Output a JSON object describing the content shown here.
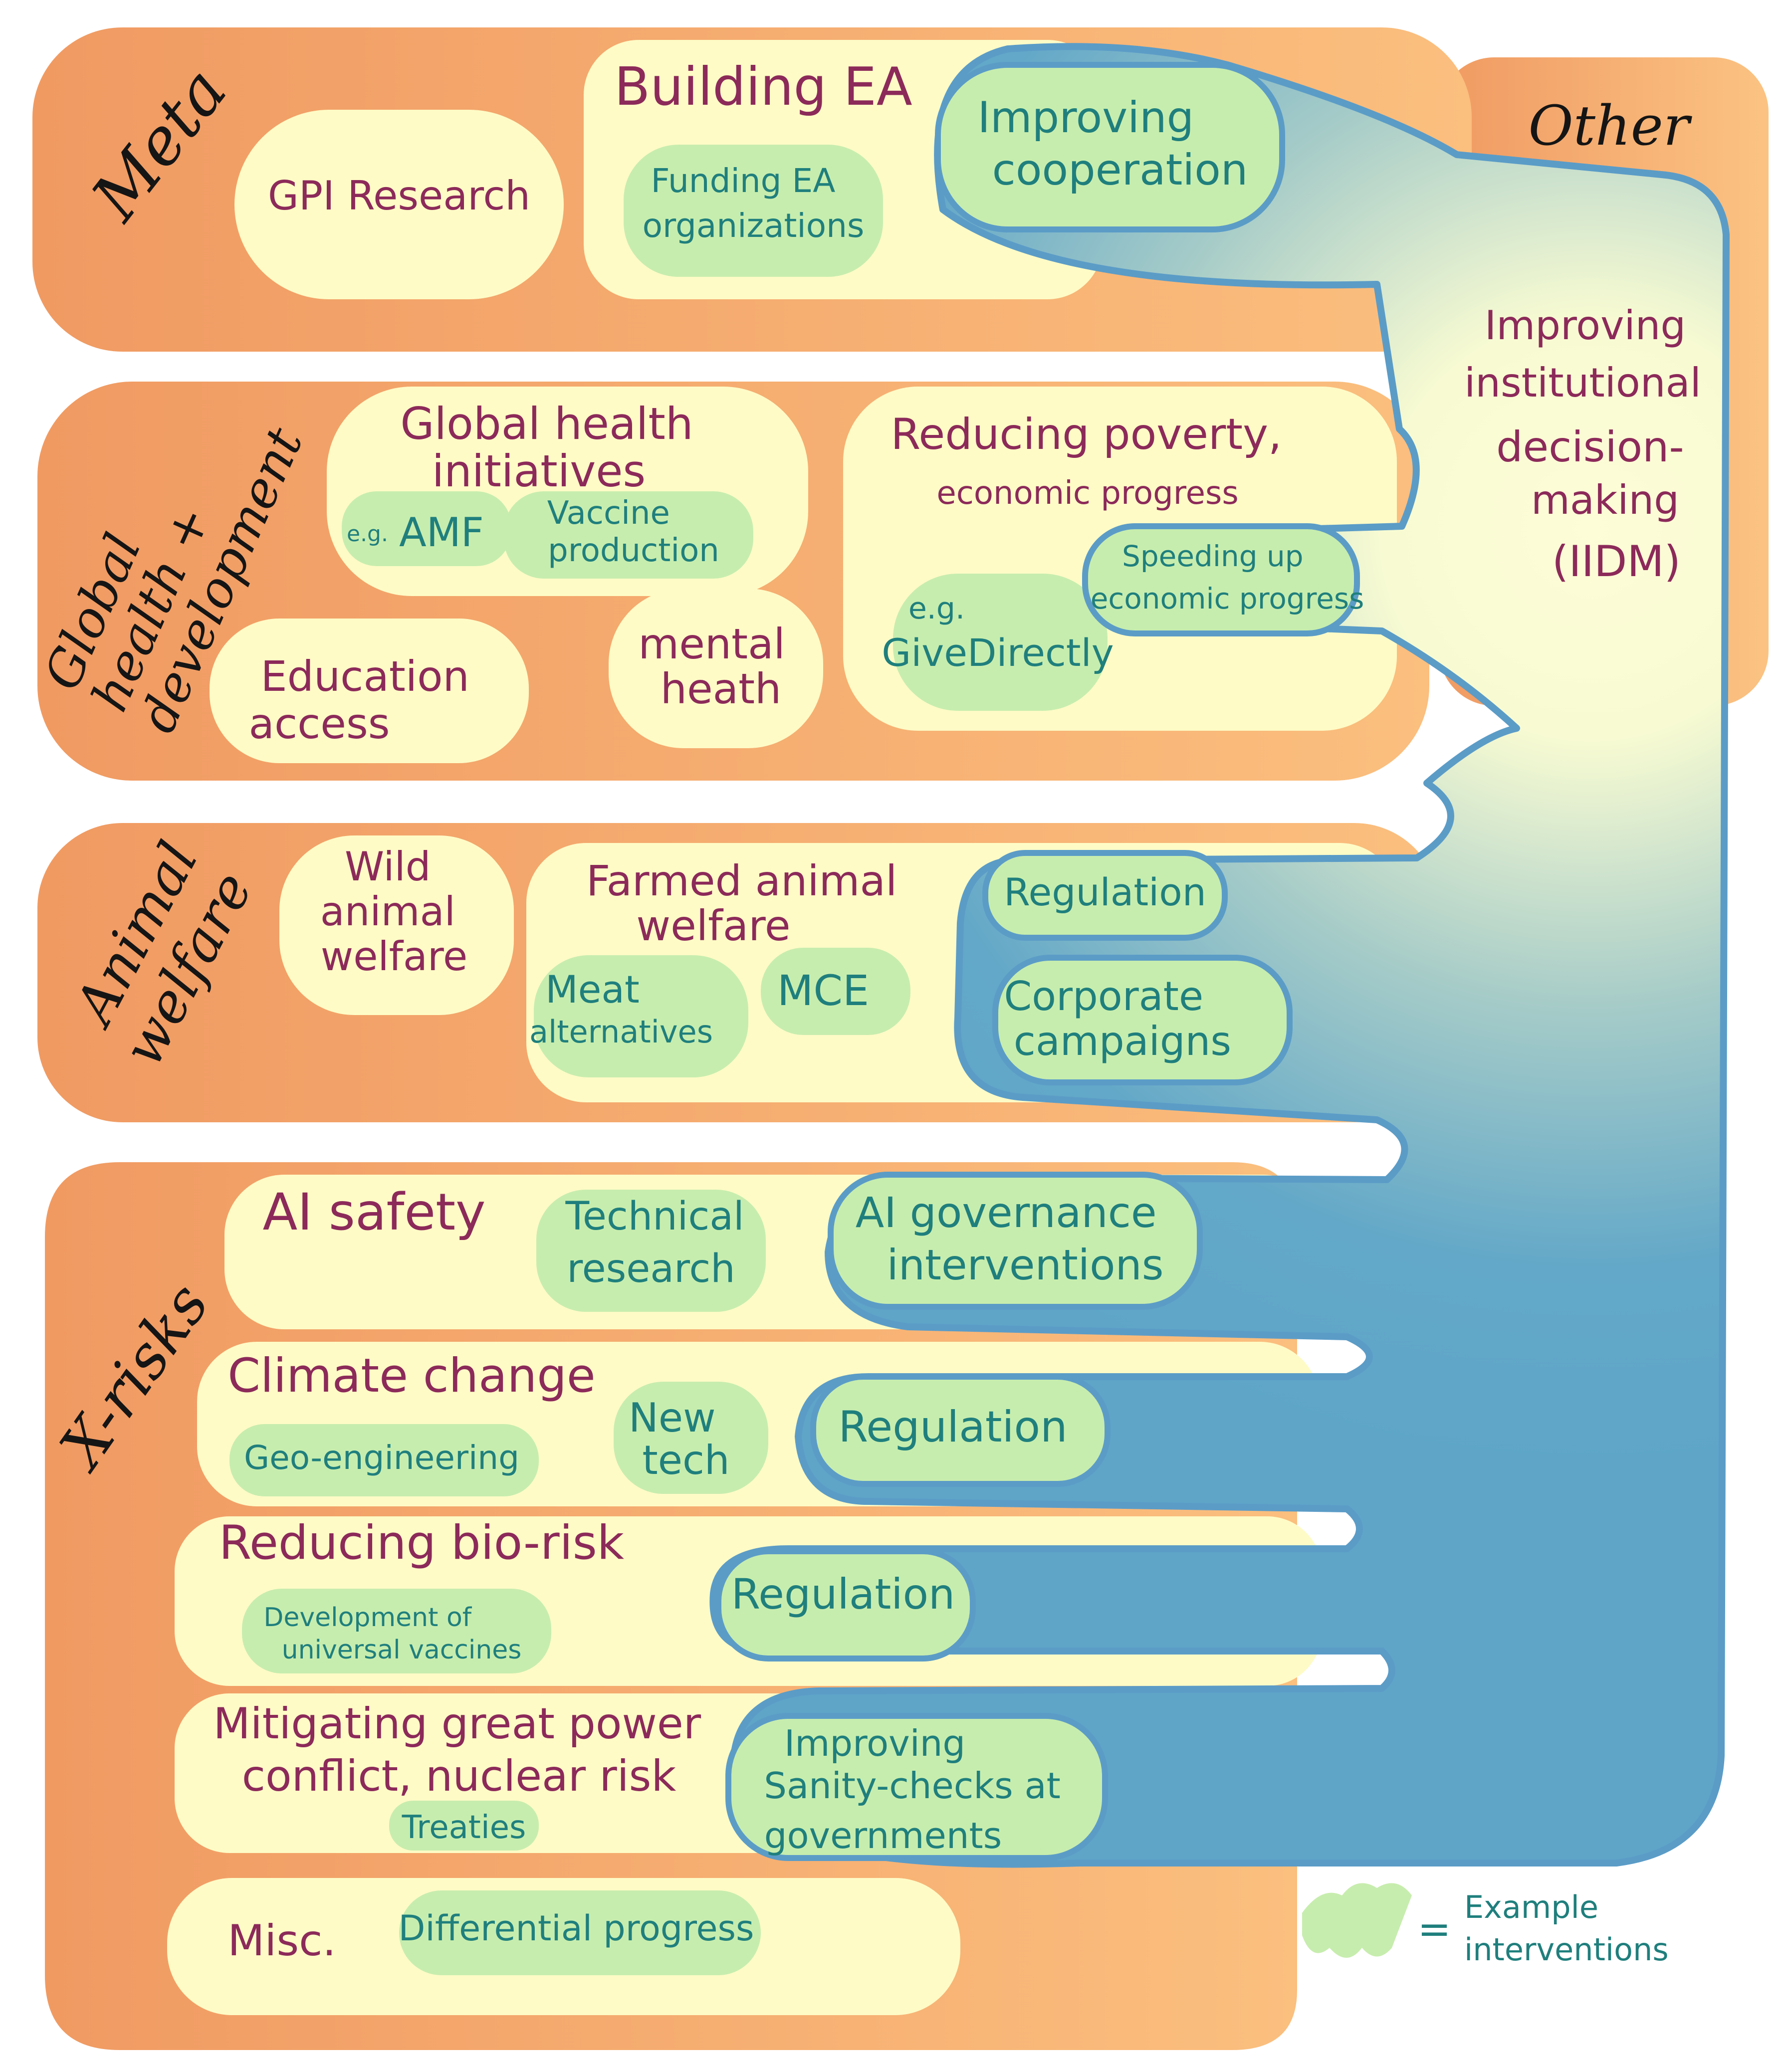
{
  "colors": {
    "category_orange_dark": "#f09a62",
    "category_orange_light": "#fbbf7e",
    "topic_fill": "#fefbc6",
    "intervention_fill": "#c7edae",
    "iidm_blue": "#63a8c8",
    "iidm_light": "#fdfdd7",
    "outline_blue": "#5b9cc7",
    "category_text": "#151515",
    "topic_text": "#8c2a5a",
    "intervention_text": "#1f7f7d"
  },
  "categories": {
    "meta": "Meta",
    "global_health": [
      "Global",
      "health +",
      "development"
    ],
    "animal_welfare": [
      "Animal",
      "welfare"
    ],
    "x_risks": "X-risks",
    "other": "Other"
  },
  "meta": {
    "gpi_research": "GPI Research",
    "building_ea": "Building EA",
    "funding_ea": [
      "Funding EA",
      "organizations"
    ],
    "improving_cooperation": [
      "Improving",
      "cooperation"
    ]
  },
  "global_health": {
    "global_health_initiatives": [
      "Global health",
      "initiatives"
    ],
    "eg_prefix": "e.g.",
    "amf": "AMF",
    "vaccine_production": [
      "Vaccine",
      "production"
    ],
    "education_access": [
      "Education",
      "access"
    ],
    "mental_health": [
      "mental",
      "heath"
    ],
    "reducing_poverty": [
      "Reducing poverty,",
      "economic progress"
    ],
    "speeding_up": [
      "Speeding up",
      "economic progress"
    ],
    "givedirectly": [
      "e.g.",
      "GiveDirectly"
    ]
  },
  "animal_welfare": {
    "wild_animal_welfare": [
      "Wild",
      "animal",
      "welfare"
    ],
    "farmed_animal_welfare": [
      "Farmed animal",
      "welfare"
    ],
    "meat_alternatives": [
      "Meat",
      "alternatives"
    ],
    "mce": "MCE",
    "regulation": "Regulation",
    "corporate_campaigns": [
      "Corporate",
      "campaigns"
    ]
  },
  "x_risks": {
    "ai_safety": "AI safety",
    "technical_research": [
      "Technical",
      "research"
    ],
    "ai_governance": [
      "AI governance",
      "interventions"
    ],
    "climate_change": "Climate change",
    "geo_engineering": "Geo-engineering",
    "new_tech": [
      "New",
      "tech"
    ],
    "climate_regulation": "Regulation",
    "bio_risk": "Reducing bio-risk",
    "universal_vaccines": [
      "Development of",
      "universal vaccines"
    ],
    "bio_regulation": "Regulation",
    "great_power": [
      "Mitigating great power",
      "conflict, nuclear risk"
    ],
    "treaties": "Treaties",
    "sanity_checks": [
      "Improving",
      "Sanity-checks at",
      "governments"
    ],
    "misc": "Misc.",
    "differential_progress": "Differential progress"
  },
  "iidm": [
    "Improving",
    "institutional",
    "decision-",
    "making",
    "(IIDM)"
  ],
  "legend": {
    "equals": "=",
    "text": [
      "Example",
      "interventions"
    ]
  }
}
